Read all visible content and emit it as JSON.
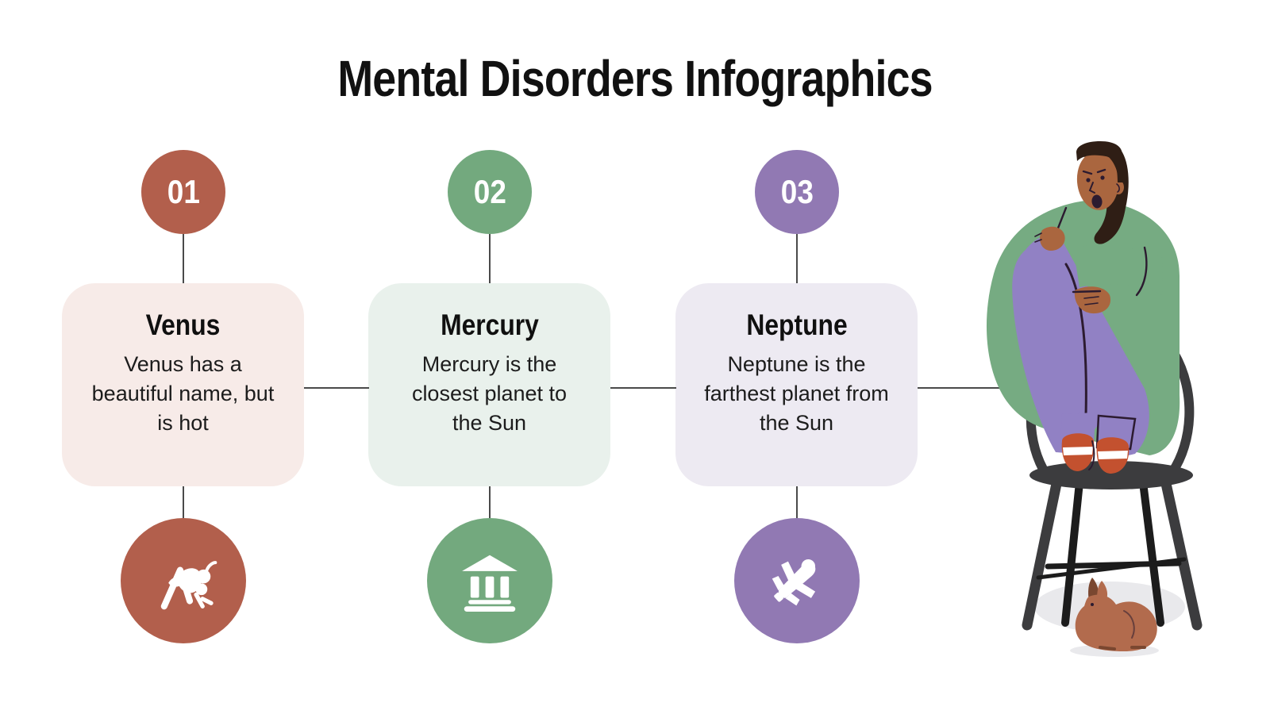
{
  "page": {
    "title": "Mental Disorders Infographics"
  },
  "items": [
    {
      "number": "01",
      "title": "Venus",
      "description": "Venus has a beautiful name, but is hot",
      "icon": "locust-icon",
      "accent": "#b25f4c",
      "card_bg": "#f7ebe8"
    },
    {
      "number": "02",
      "title": "Mercury",
      "description": "Mercury is the closest planet to the Sun",
      "icon": "bank-columns-icon",
      "accent": "#73a97e",
      "card_bg": "#e9f1ec"
    },
    {
      "number": "03",
      "title": "Neptune",
      "description": "Neptune is the farthest planet from the Sun",
      "icon": "jet-plane-icon",
      "accent": "#9179b3",
      "card_bg": "#edeaf2"
    }
  ],
  "illustration": {
    "description": "anxious man hugging knees sitting on a stool with a rabbit below"
  },
  "colors": {
    "accent-1": "#b25f4c",
    "card-1": "#f7ebe8",
    "accent-2": "#73a97e",
    "card-2": "#e9f1ec",
    "accent-3": "#9179b3",
    "card-3": "#edeaf2",
    "line": "#4a4a4a",
    "title-text": "#111111",
    "body-text": "#1c1c1c",
    "skin": "#aa663f",
    "hair": "#2f1e15",
    "outline": "#2c1b30",
    "sweater": "#76ab82",
    "pants": "#9181c4",
    "shoe": "#c3512f",
    "chair": "#3c3c3e",
    "chair-dark": "#1c1c1c",
    "rabbit": "#b26b4d",
    "rabbit-dark": "#7a4730",
    "shadow": "#e9e9ec"
  }
}
